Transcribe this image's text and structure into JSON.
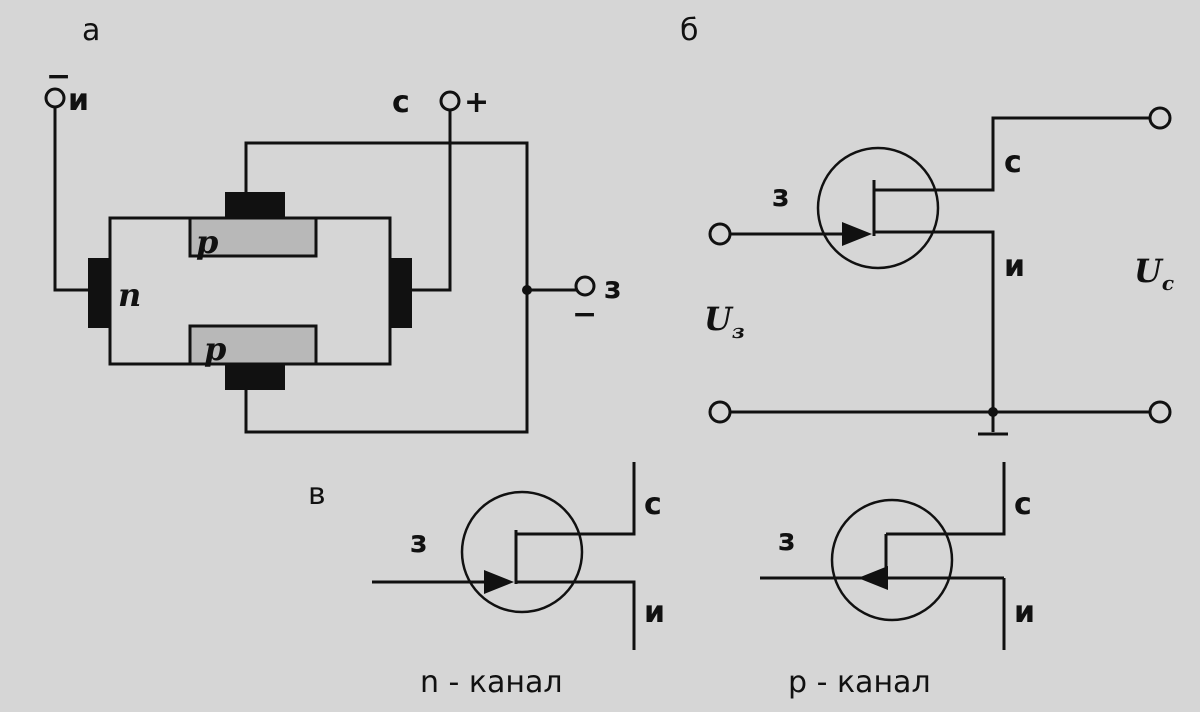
{
  "panels": {
    "a": "а",
    "b": "б",
    "v": "в"
  },
  "structure": {
    "source_label": "и",
    "source_sign": "−",
    "drain_label": "с",
    "drain_sign": "+",
    "gate_label": "з",
    "gate_sign": "−",
    "n_region": "n",
    "p_top": "p",
    "p_bottom": "p"
  },
  "circuit": {
    "gate_label": "з",
    "drain_label": "с",
    "source_label": "и",
    "u_gate": "U",
    "u_gate_sub": "з",
    "u_drain": "U",
    "u_drain_sub": "c"
  },
  "symbols": {
    "n_channel": {
      "gate_label": "з",
      "drain_label": "с",
      "source_label": "и",
      "caption": "n - канал"
    },
    "p_channel": {
      "gate_label": "з",
      "drain_label": "с",
      "source_label": "и",
      "caption": "р - канал"
    }
  },
  "colors": {
    "background": "#d6d6d6",
    "ink": "#111111",
    "p_region_fill": "#b8b8b8",
    "contact_fill": "#111111"
  }
}
